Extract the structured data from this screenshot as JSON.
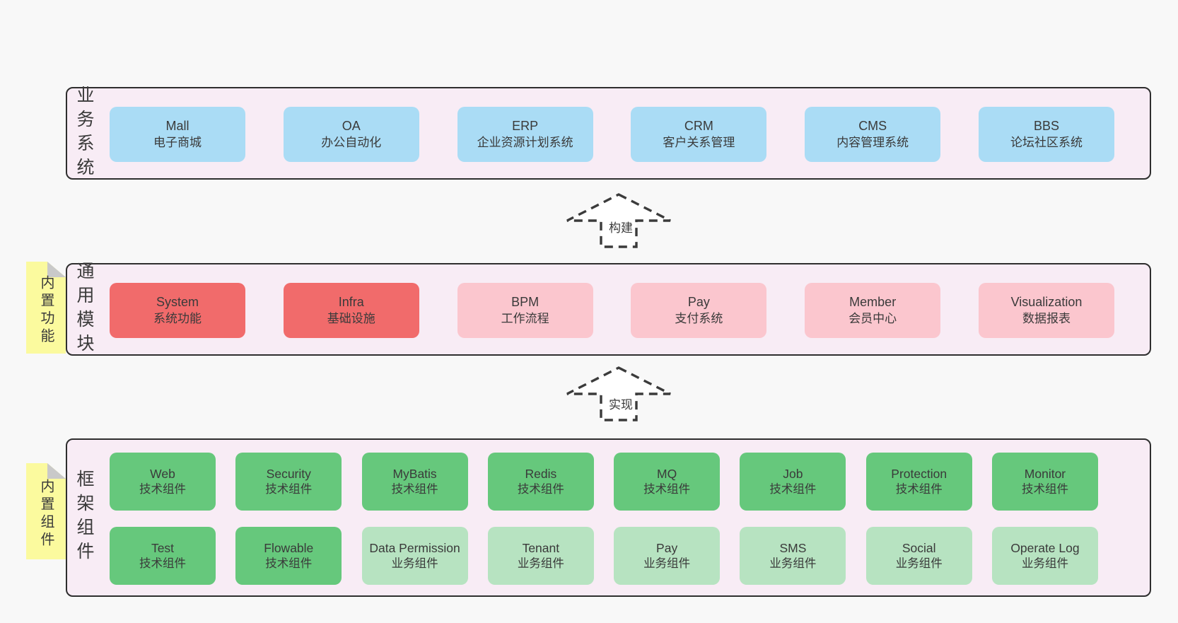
{
  "palette": {
    "page_bg": "#f8f8f8",
    "band_bg": "#f8ecf5",
    "band_border": "#2e2e2e",
    "blue": "#aadcf5",
    "red": "#f16b6b",
    "pink": "#fbc6ce",
    "green": "#66c87c",
    "lightgreen": "#b7e3c1",
    "sticky_yellow": "#fbfa9e",
    "sticky_fold": "#c9c9c9",
    "text": "#3a3a3a"
  },
  "arrows": [
    {
      "label": "构建"
    },
    {
      "label": "实现"
    }
  ],
  "bands": [
    {
      "label": "业务系统",
      "boxes": [
        {
          "name": "Mall",
          "subtitle": "电子商城",
          "variant": "blue"
        },
        {
          "name": "OA",
          "subtitle": "办公自动化",
          "variant": "blue"
        },
        {
          "name": "ERP",
          "subtitle": "企业资源计划系统",
          "variant": "blue"
        },
        {
          "name": "CRM",
          "subtitle": "客户关系管理",
          "variant": "blue"
        },
        {
          "name": "CMS",
          "subtitle": "内容管理系统",
          "variant": "blue"
        },
        {
          "name": "BBS",
          "subtitle": "论坛社区系统",
          "variant": "blue"
        }
      ]
    },
    {
      "label": "通用模块",
      "note": "内置功能",
      "boxes": [
        {
          "name": "System",
          "subtitle": "系统功能",
          "variant": "red"
        },
        {
          "name": "Infra",
          "subtitle": "基础设施",
          "variant": "red"
        },
        {
          "name": "BPM",
          "subtitle": "工作流程",
          "variant": "pink"
        },
        {
          "name": "Pay",
          "subtitle": "支付系统",
          "variant": "pink"
        },
        {
          "name": "Member",
          "subtitle": "会员中心",
          "variant": "pink"
        },
        {
          "name": "Visualization",
          "subtitle": "数据报表",
          "variant": "pink"
        }
      ]
    },
    {
      "label": "框架组件",
      "note": "内置组件",
      "rows": [
        [
          {
            "name": "Web",
            "subtitle": "技术组件",
            "variant": "green"
          },
          {
            "name": "Security",
            "subtitle": "技术组件",
            "variant": "green"
          },
          {
            "name": "MyBatis",
            "subtitle": "技术组件",
            "variant": "green"
          },
          {
            "name": "Redis",
            "subtitle": "技术组件",
            "variant": "green"
          },
          {
            "name": "MQ",
            "subtitle": "技术组件",
            "variant": "green"
          },
          {
            "name": "Job",
            "subtitle": "技术组件",
            "variant": "green"
          },
          {
            "name": "Protection",
            "subtitle": "技术组件",
            "variant": "green"
          },
          {
            "name": "Monitor",
            "subtitle": "技术组件",
            "variant": "green"
          }
        ],
        [
          {
            "name": "Test",
            "subtitle": "技术组件",
            "variant": "green"
          },
          {
            "name": "Flowable",
            "subtitle": "技术组件",
            "variant": "green"
          },
          {
            "name": "Data Permission",
            "subtitle": "业务组件",
            "variant": "lightgreen"
          },
          {
            "name": "Tenant",
            "subtitle": "业务组件",
            "variant": "lightgreen"
          },
          {
            "name": "Pay",
            "subtitle": "业务组件",
            "variant": "lightgreen"
          },
          {
            "name": "SMS",
            "subtitle": "业务组件",
            "variant": "lightgreen"
          },
          {
            "name": "Social",
            "subtitle": "业务组件",
            "variant": "lightgreen"
          },
          {
            "name": "Operate Log",
            "subtitle": "业务组件",
            "variant": "lightgreen"
          }
        ]
      ]
    }
  ]
}
